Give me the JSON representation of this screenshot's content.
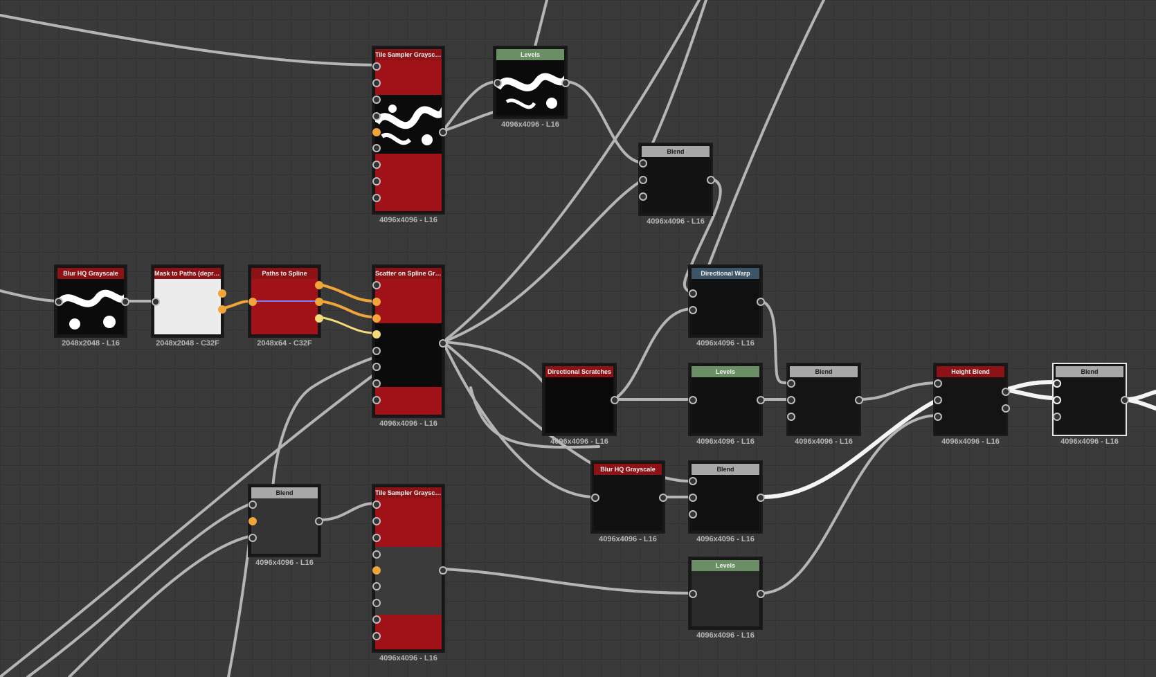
{
  "graph": {
    "nodes": [
      {
        "id": "tile_sampler_1",
        "title": "Tile Sampler Grayscale",
        "info": "4096x4096 - L16",
        "header": "red"
      },
      {
        "id": "levels_1",
        "title": "Levels",
        "info": "4096x4096 - L16",
        "header": "green"
      },
      {
        "id": "blend_1",
        "title": "Blend",
        "info": "4096x4096 - L16",
        "header": "grey"
      },
      {
        "id": "blur_hq_1",
        "title": "Blur HQ Grayscale",
        "info": "2048x2048 - L16",
        "header": "red"
      },
      {
        "id": "mask_to_paths",
        "title": "Mask to Paths (deprecat...",
        "info": "2048x2048 - C32F",
        "header": "red"
      },
      {
        "id": "paths_to_spline",
        "title": "Paths to Spline",
        "info": "2048x64 - C32F",
        "header": "red"
      },
      {
        "id": "scatter_on_spline",
        "title": "Scatter on Spline Graysc...",
        "info": "4096x4096 - L16",
        "header": "red"
      },
      {
        "id": "directional_warp",
        "title": "Directional Warp",
        "info": "4096x4096 - L16",
        "header": "blue"
      },
      {
        "id": "directional_scratches",
        "title": "Directional Scratches",
        "info": "4096x4096 - L16",
        "header": "red"
      },
      {
        "id": "levels_2",
        "title": "Levels",
        "info": "4096x4096 - L16",
        "header": "green"
      },
      {
        "id": "blend_2",
        "title": "Blend",
        "info": "4096x4096 - L16",
        "header": "grey"
      },
      {
        "id": "height_blend",
        "title": "Height Blend",
        "info": "4096x4096 - L16",
        "header": "red"
      },
      {
        "id": "blend_selected",
        "title": "Blend",
        "info": "4096x4096 - L16",
        "header": "grey",
        "selected": true
      },
      {
        "id": "blur_hq_2",
        "title": "Blur HQ Grayscale",
        "info": "4096x4096 - L16",
        "header": "red"
      },
      {
        "id": "blend_3",
        "title": "Blend",
        "info": "4096x4096 - L16",
        "header": "grey"
      },
      {
        "id": "blend_4",
        "title": "Blend",
        "info": "4096x4096 - L16",
        "header": "grey"
      },
      {
        "id": "tile_sampler_2",
        "title": "Tile Sampler Grayscale",
        "info": "4096x4096 - L16",
        "header": "red"
      },
      {
        "id": "levels_3",
        "title": "Levels",
        "info": "4096x4096 - L16",
        "header": "green"
      }
    ]
  },
  "colors": {
    "canvas": "#3a3a3a",
    "grid": "#333333",
    "wire": "#b5b5b5",
    "wire_highlight": "#f4f4f4",
    "wire_orange": "#f0a43a",
    "wire_yellow": "#f4da7a",
    "header_red": "#8d1215",
    "header_green": "#6a8f64",
    "header_grey": "#a8a8a8",
    "header_blue": "#3b5468",
    "body_red": "#a01218"
  }
}
